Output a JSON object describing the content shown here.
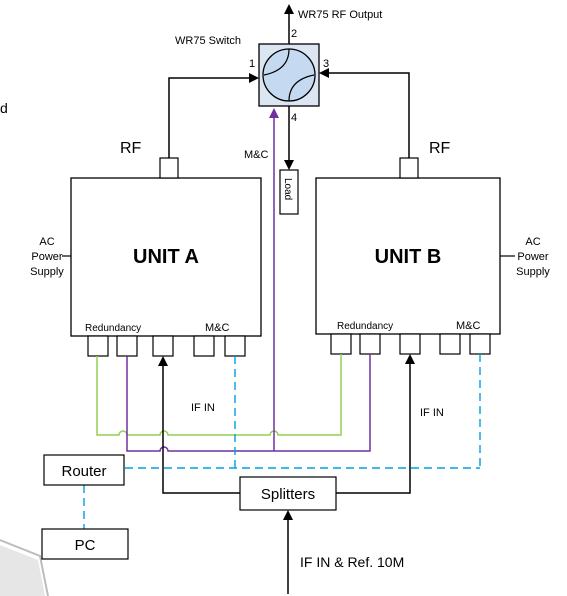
{
  "labels": {
    "rf_output": "WR75 RF Output",
    "switch": "WR75 Switch",
    "port1": "1",
    "port2": "2",
    "port3": "3",
    "port4": "4",
    "rf_left": "RF",
    "rf_right": "RF",
    "mc_load": "M&C",
    "load": "Load",
    "unit_a": "UNIT A",
    "unit_b": "UNIT B",
    "ac_left": [
      "AC",
      "Power",
      "Supply"
    ],
    "ac_right": [
      "AC",
      "Power",
      "Supply"
    ],
    "redundancy_a": "Redundancy",
    "redundancy_b": "Redundancy",
    "mc_a": "M&C",
    "mc_b": "M&C",
    "if_in_left": "IF IN",
    "if_in_right": "IF IN",
    "router": "Router",
    "pc": "PC",
    "splitters": "Splitters",
    "if_ref": "IF IN & Ref. 10M",
    "cut_left": "d"
  },
  "colors": {
    "redundancy_green": "#92d050",
    "redundancy_purple": "#7030a0",
    "mc_blue": "#00a0e0",
    "switch_fill": "#dce6f2",
    "switch_circle": "#c5d9f1"
  }
}
